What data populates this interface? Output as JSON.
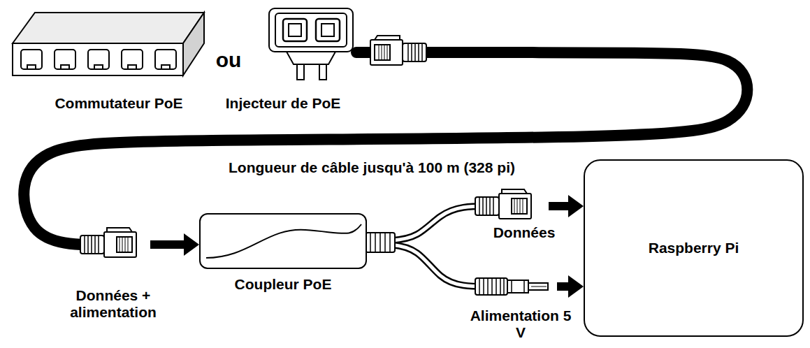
{
  "diagram": {
    "nodes": [
      {
        "text": [
          "Commutateur PoE"
        ]
      },
      {
        "text": [
          "Injecteur de PoE"
        ]
      },
      {
        "text": [
          "Coupleur PoE"
        ]
      },
      {
        "text": [
          "Raspberry Pi"
        ]
      }
    ],
    "edges": [
      {
        "from": 1,
        "to": 2,
        "arrow": "to",
        "label": "Longueur de câble jusqu'à 100 m (328 pi)"
      },
      {
        "from": 2,
        "to": 3,
        "arrow": "to",
        "label": "Données"
      },
      {
        "from": 2,
        "to": 3,
        "arrow": "to",
        "label": "Alimentation 5 V"
      }
    ],
    "labels": [
      "ou",
      "Données + alimentation"
    ]
  }
}
